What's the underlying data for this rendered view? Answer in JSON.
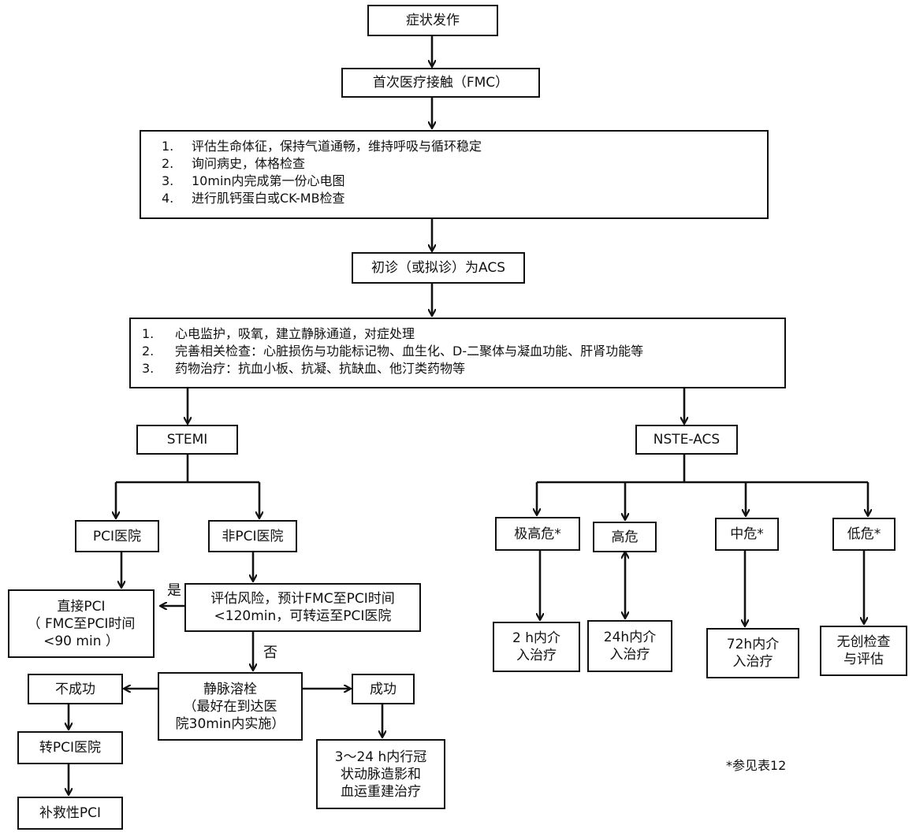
{
  "nodes": {
    "onset": "症状发作",
    "fmc": "首次医疗接触（FMC）",
    "initial_steps": [
      {
        "num": "1.",
        "text": "评估生命体征，保持气道通畅，维持呼吸与循环稳定"
      },
      {
        "num": "2.",
        "text": "询问病史，体格检查"
      },
      {
        "num": "3.",
        "text": "10min内完成第一份心电图"
      },
      {
        "num": "4.",
        "text": "进行肌钙蛋白或CK-MB检查"
      }
    ],
    "diagnosis": "初诊（或拟诊）为ACS",
    "management_steps": [
      {
        "num": "1.",
        "text": "心电监护，吸氧，建立静脉通道，对症处理"
      },
      {
        "num": "2.",
        "text": "完善相关检查：心脏损伤与功能标记物、血生化、D-二聚体与凝血功能、肝肾功能等"
      },
      {
        "num": "3.",
        "text": "药物治疗：抗血小板、抗凝、抗缺血、他汀类药物等"
      }
    ],
    "stemi": "STEMI",
    "nste_acs": "NSTE-ACS",
    "pci_hospital": "PCI医院",
    "non_pci_hospital": "非PCI医院",
    "direct_pci": [
      "直接PCI",
      "（ FMC至PCI时间",
      "<90 min ）"
    ],
    "assess_risk": [
      "评估风险，预计FMC至PCI时间",
      "<120min，可转运至PCI医院"
    ],
    "thrombolysis": [
      "静脉溶栓",
      "（最好在到达医",
      "院30min内实施）"
    ],
    "failure": "不成功",
    "success": "成功",
    "transfer_pci": "转PCI医院",
    "rescue_pci": "补救性PCI",
    "angiography": [
      "3～24 h内行冠",
      "状动脉造影和",
      "血运重建治疗"
    ],
    "very_high_risk": "极高危*",
    "high_risk": "高危",
    "medium_risk": "中危*",
    "low_risk": "低危*",
    "treat_2h": [
      "2 h内介",
      "入治疗"
    ],
    "treat_24h": [
      "24h内介",
      "入治疗"
    ],
    "treat_72h": [
      "72h内介",
      "入治疗"
    ],
    "noninvasive": [
      "无创检查",
      "与评估"
    ]
  },
  "labels": {
    "yes": "是",
    "no": "否",
    "footnote": "*参见表12"
  }
}
